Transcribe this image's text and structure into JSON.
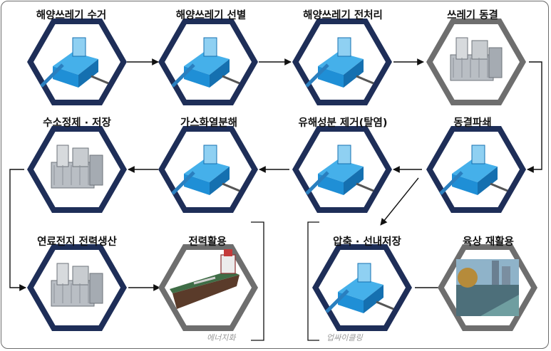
{
  "steps": [
    {
      "label": "해양쓰레기 수거",
      "icon": "conveyor-collection-machine-icon",
      "hex_color": "#1e2e58",
      "scene": "machine"
    },
    {
      "label": "해양쓰레기 선별",
      "icon": "sorting-conveyor-icon",
      "hex_color": "#1e2e58",
      "scene": "machine"
    },
    {
      "label": "해양쓰레기 전처리",
      "icon": "pretreatment-machine-icon",
      "hex_color": "#1e2e58",
      "scene": "machine"
    },
    {
      "label": "쓰레기 동결",
      "icon": "freezing-plant-icon",
      "hex_color": "#6e6e6e",
      "scene": "plant"
    },
    {
      "label": "수소정제 · 저장",
      "icon": "hydrogen-storage-tank-icon",
      "hex_color": "#1e2e58",
      "scene": "plant"
    },
    {
      "label": "가스화열분해",
      "icon": "gasification-reactor-icon",
      "hex_color": "#1e2e58",
      "scene": "machine"
    },
    {
      "label": "유해성분 제거(탈염)",
      "icon": "desalination-unit-icon",
      "hex_color": "#1e2e58",
      "scene": "machine"
    },
    {
      "label": "동결파쇄",
      "icon": "freeze-crusher-icon",
      "hex_color": "#1e2e58",
      "scene": "machine"
    },
    {
      "label": "연료전지 전력생산",
      "icon": "fuel-cell-stack-icon",
      "hex_color": "#1e2e58",
      "scene": "plant"
    },
    {
      "label": "전력활용",
      "icon": "electric-ship-icon",
      "hex_color": "#6e6e6e",
      "scene": "ship"
    },
    {
      "label": "압축 · 선내저장",
      "icon": "compressor-conveyor-icon",
      "hex_color": "#1e2e58",
      "scene": "machine"
    },
    {
      "label": "육상 재활용",
      "icon": "land-recycling-photo-icon",
      "hex_color": "#6e6e6e",
      "scene": "photo"
    }
  ],
  "notes": {
    "energy": "에너지화",
    "upcycling": "업싸이클링"
  },
  "colors": {
    "hex_primary": "#1e2e58",
    "hex_secondary": "#6e6e6e",
    "machine_blue": "#1f8fd6",
    "arrow": "#111111"
  }
}
